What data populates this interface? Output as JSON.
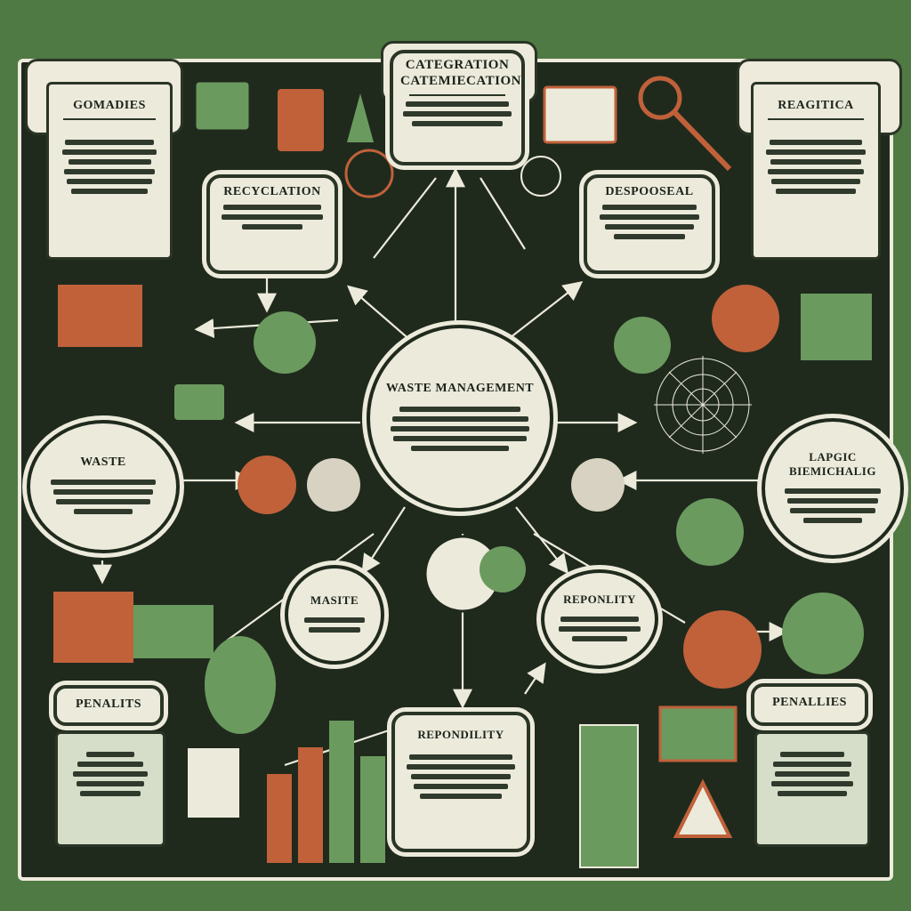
{
  "colors": {
    "background": "#4f7a43",
    "board": "#1f2a1d",
    "panel": "#eceadb",
    "accent_green": "#6b9a5e",
    "accent_orange": "#c0613a"
  },
  "diagram": {
    "center": {
      "title": "WASTE MANAGEMENT"
    },
    "nodes": [
      {
        "id": "gomadies",
        "title": "GOMADIES"
      },
      {
        "id": "categration",
        "title": "CATEGRATION CATEMIECATION"
      },
      {
        "id": "reacitica",
        "title": "REAGITICA"
      },
      {
        "id": "recycling",
        "title": "RECYCLATION"
      },
      {
        "id": "disposal",
        "title": "DESPOOSEAL"
      },
      {
        "id": "waste-left",
        "title": "WASTE"
      },
      {
        "id": "lapgic",
        "title": "LAPGIC BIEMICHALIG"
      },
      {
        "id": "masite",
        "title": "MASITE"
      },
      {
        "id": "reponlity",
        "title": "REPONLITY"
      },
      {
        "id": "repondility",
        "title": "REPONDILITY"
      },
      {
        "id": "penalits",
        "title": "PENALITS"
      },
      {
        "id": "penallies",
        "title": "PENALLIES"
      }
    ]
  },
  "icons": [
    "recycle-icon",
    "bin-icon",
    "building-icon",
    "leaf-icon",
    "web-icon",
    "book-icon",
    "magnifier-icon",
    "money-icon"
  ]
}
